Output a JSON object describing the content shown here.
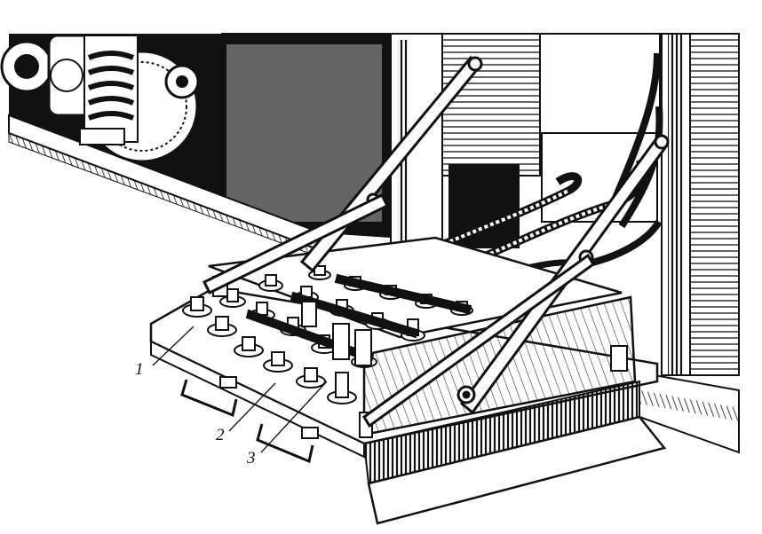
{
  "figure": {
    "description_callouts": [
      {
        "id": "1",
        "text": "1"
      },
      {
        "id": "2",
        "text": "2"
      },
      {
        "id": "3",
        "text": "3"
      }
    ],
    "colors": {
      "ink": "#111111",
      "paper": "#ffffff",
      "shade": "#2a2a2a"
    }
  }
}
